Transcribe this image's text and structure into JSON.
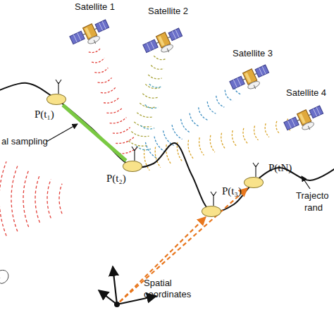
{
  "diagram": {
    "nodes": [
      {
        "text": [
          "P(t₁)"
        ]
      },
      {
        "text": [
          "P(t₂)"
        ]
      },
      {
        "text": [
          "P(t₃)"
        ]
      },
      {
        "text": [
          "P(tN)"
        ]
      },
      {
        "text": [
          "Spatial coordinates"
        ]
      }
    ],
    "edges": [
      {
        "from": 0,
        "to": 1,
        "arrow": "none"
      },
      {
        "from": 4,
        "to": 2,
        "arrow": "to"
      },
      {
        "from": 4,
        "to": 3,
        "arrow": "to"
      }
    ],
    "labels": [
      "Satellite 1",
      "Satellite 2",
      "Satellite 3",
      "Satellite 4",
      "al sampling",
      "Trajecto",
      "rand"
    ]
  }
}
